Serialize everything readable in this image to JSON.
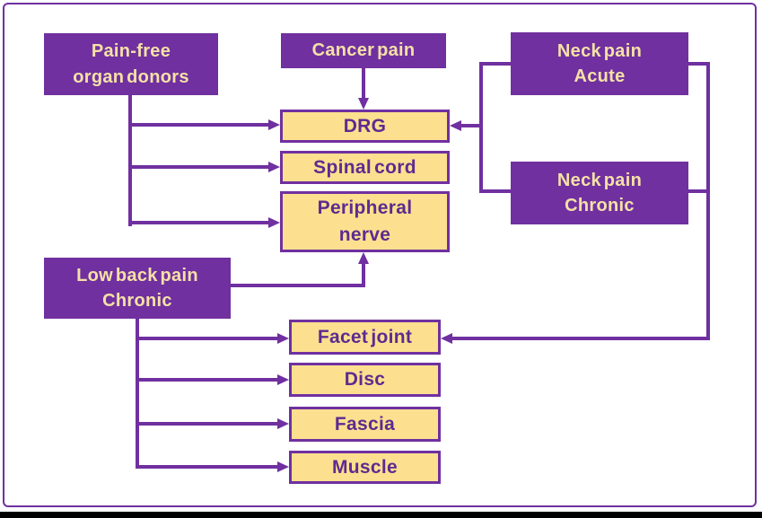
{
  "colors": {
    "purple": "#7030A0",
    "purple_text_on_cream": "#5D2B90",
    "cream_fill": "#FCE08F",
    "cream_text_on_purple": "#F5E1A6",
    "background": "#FFFFFF",
    "bottom_bar": "#000000"
  },
  "nodes": {
    "pain_free": {
      "lines": [
        "Pain-free",
        "organ donors"
      ]
    },
    "cancer_pain": {
      "lines": [
        "Cancer pain"
      ]
    },
    "neck_acute": {
      "lines": [
        "Neck pain",
        "Acute"
      ]
    },
    "neck_chronic": {
      "lines": [
        "Neck pain",
        "Chronic"
      ]
    },
    "low_back": {
      "lines": [
        "Low back pain",
        "Chronic"
      ]
    },
    "drg": {
      "lines": [
        "DRG"
      ]
    },
    "spinal_cord": {
      "lines": [
        "Spinal cord"
      ]
    },
    "peripheral_nerve": {
      "lines": [
        "Peripheral",
        "nerve"
      ]
    },
    "facet_joint": {
      "lines": [
        "Facet joint"
      ]
    },
    "disc": {
      "lines": [
        "Disc"
      ]
    },
    "fascia": {
      "lines": [
        "Fascia"
      ]
    },
    "muscle": {
      "lines": [
        "Muscle"
      ]
    }
  },
  "edges": [
    {
      "from": "Pain-free organ donors",
      "to": "DRG"
    },
    {
      "from": "Pain-free organ donors",
      "to": "Spinal cord"
    },
    {
      "from": "Pain-free organ donors",
      "to": "Peripheral nerve"
    },
    {
      "from": "Cancer pain",
      "to": "DRG"
    },
    {
      "from": "Neck pain Acute",
      "to": "DRG"
    },
    {
      "from": "Neck pain Chronic",
      "to": "DRG"
    },
    {
      "from": "Neck pain Acute",
      "to": "Facet joint"
    },
    {
      "from": "Neck pain Chronic",
      "to": "Facet joint"
    },
    {
      "from": "Low back pain Chronic",
      "to": "Peripheral nerve"
    },
    {
      "from": "Low back pain Chronic",
      "to": "Facet joint"
    },
    {
      "from": "Low back pain Chronic",
      "to": "Disc"
    },
    {
      "from": "Low back pain Chronic",
      "to": "Fascia"
    },
    {
      "from": "Low back pain Chronic",
      "to": "Muscle"
    }
  ]
}
